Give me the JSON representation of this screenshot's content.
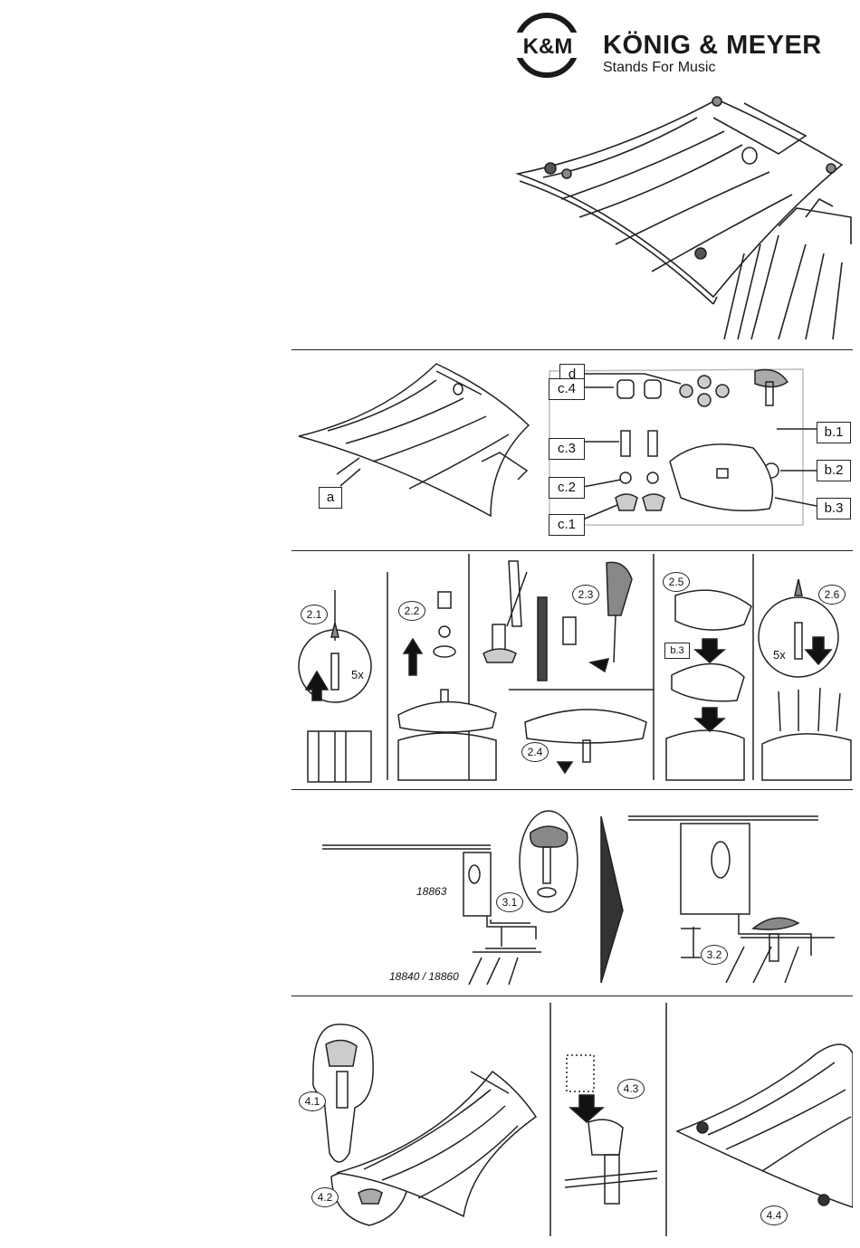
{
  "header": {
    "logo_mark": "K&M",
    "brand": "KÖNIG & MEYER",
    "tagline": "Stands For Music"
  },
  "parts": {
    "a": "a",
    "d": "d",
    "c4": "c.4",
    "c3": "c.3",
    "c2": "c.2",
    "c1": "c.1",
    "b1": "b.1",
    "b2": "b.2",
    "b3": "b.3"
  },
  "steps": {
    "s2_1": "2.1",
    "s2_2": "2.2",
    "s2_3": "2.3",
    "s2_4": "2.4",
    "s2_5": "2.5",
    "s2_5_label": "b.3",
    "s2_6": "2.6",
    "five_x_a": "5x",
    "five_x_b": "5x",
    "s3_1": "3.1",
    "s3_2": "3.2",
    "model_a": "18863",
    "model_b": "18840 / 18860",
    "s4_1": "4.1",
    "s4_2": "4.2",
    "s4_3": "4.3",
    "s4_4": "4.4"
  },
  "colors": {
    "ink": "#111111",
    "paper": "#ffffff"
  }
}
